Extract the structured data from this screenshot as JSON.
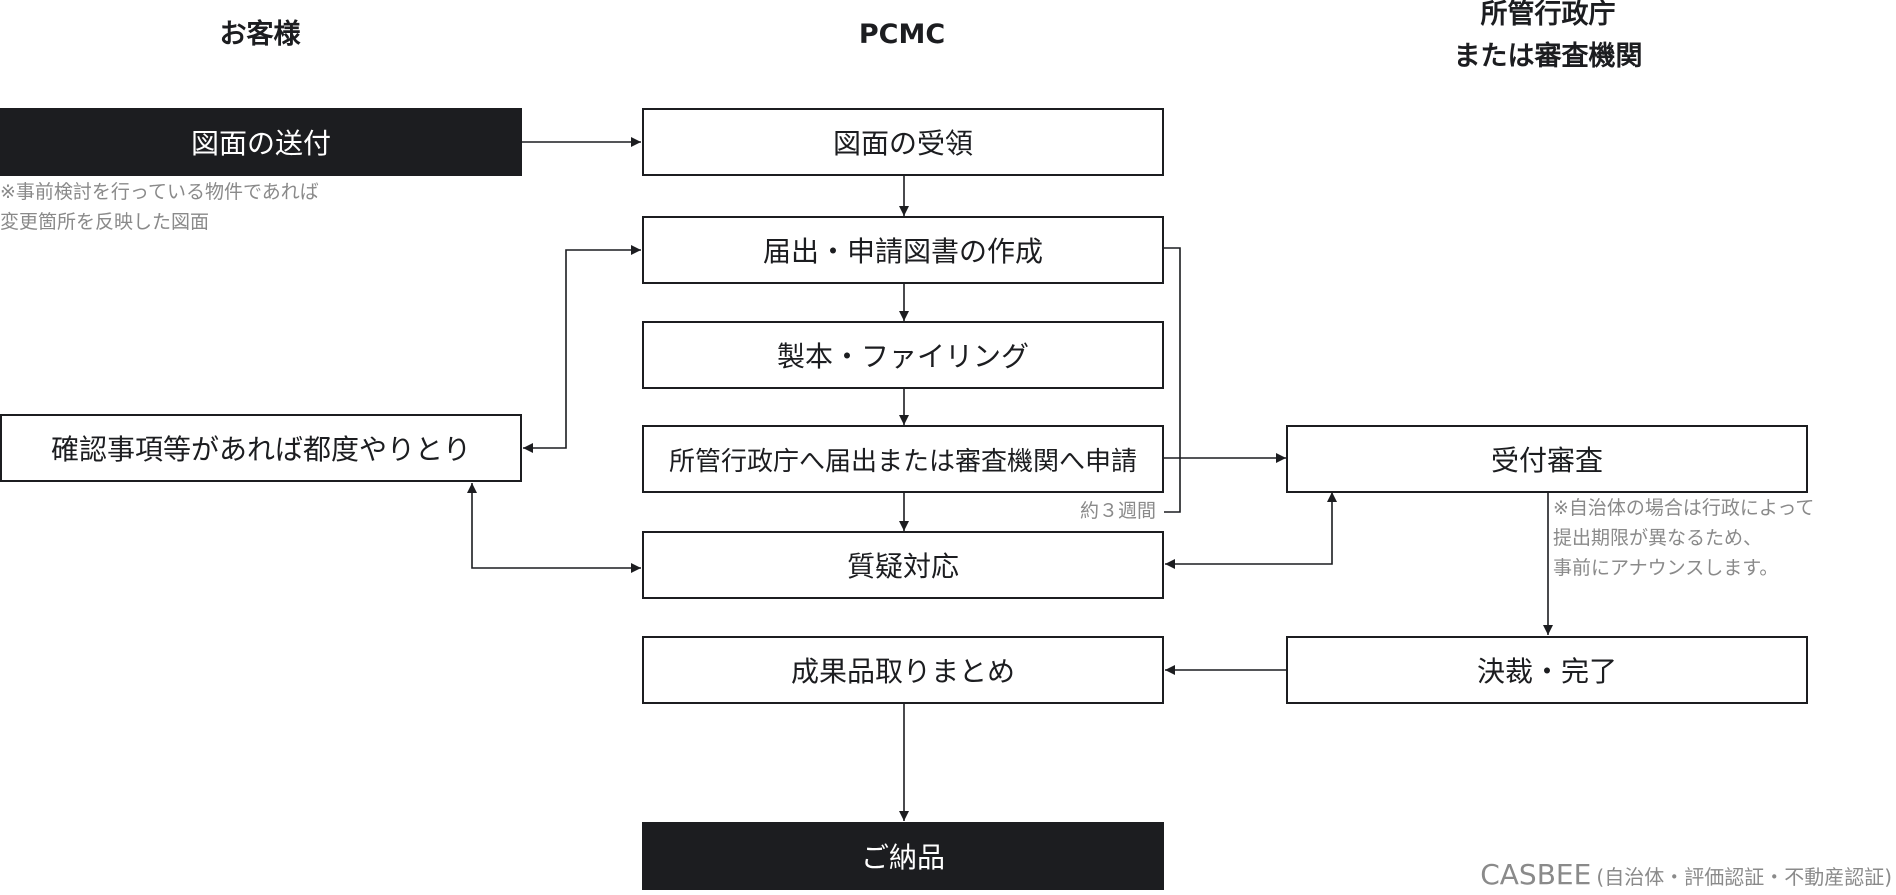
{
  "columns": {
    "customer": "お客様",
    "pcmc": "PCMC",
    "authority_line1": "所管行政庁",
    "authority_line2": "または審査機関"
  },
  "steps": {
    "send_drawings": "図面の送付",
    "receive_drawings": "図面の受領",
    "create_docs": "届出・申請図書の作成",
    "binding_filing": "製本・ファイリング",
    "submit": "所管行政庁へ届出または審査機関へ申請",
    "qa": "質疑対応",
    "compile": "成果品取りまとめ",
    "delivery": "ご納品",
    "confirm_exchange": "確認事項等があれば都度やりとり",
    "acceptance_review": "受付審査",
    "approval_complete": "決裁・完了"
  },
  "notes": {
    "send_note_line1": "※事前検討を行っている物件であれば",
    "send_note_line2": "変更箇所を反映した図面",
    "duration": "約３週間",
    "review_note_line1": "※自治体の場合は行政によって",
    "review_note_line2": "提出期限が異なるため、",
    "review_note_line3": "事前にアナウンスします。"
  },
  "footer": {
    "title": "CASBEE",
    "subtitle": "(自治体・評価認証・不動産認証)"
  },
  "colors": {
    "dark": "#1c1d20",
    "note_gray": "#8a8a8a",
    "white": "#ffffff"
  }
}
